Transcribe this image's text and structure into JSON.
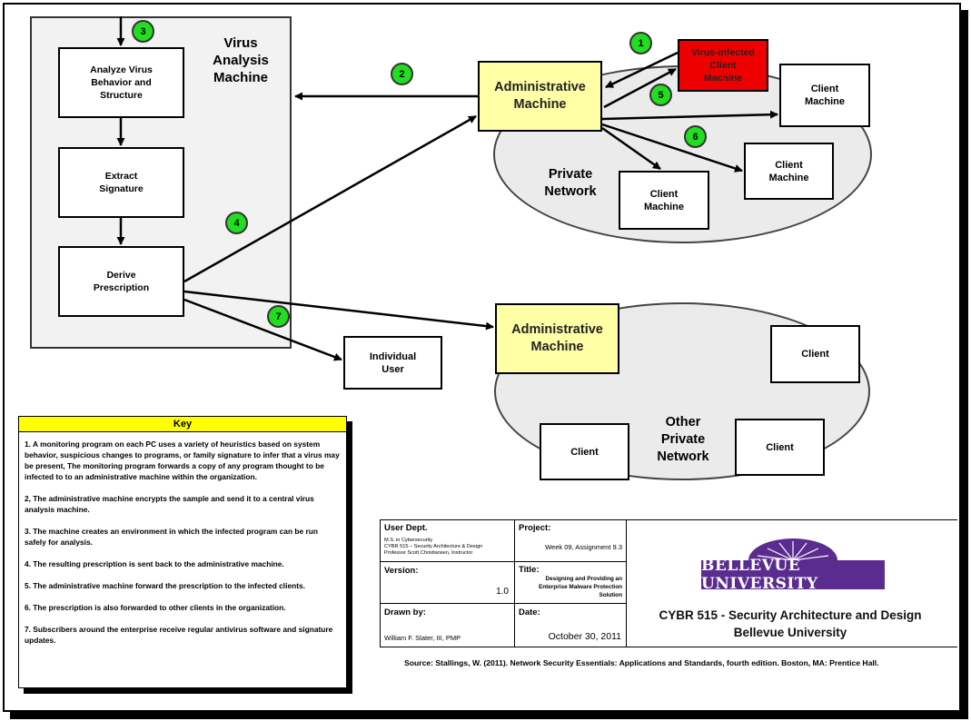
{
  "virus_analysis_machine": {
    "title": "Virus\nAnalysis\nMachine",
    "steps": [
      "Analyze Virus\nBehavior and\nStructure",
      "Extract\nSignature",
      "Derive\nPrescription"
    ]
  },
  "private_network": {
    "label": "Private\nNetwork",
    "admin_label": "Administrative\nMachine",
    "infected_label": "Virus-infected\nClient\nMachine",
    "client_label": "Client\nMachine"
  },
  "other_network": {
    "label": "Other\nPrivate\nNetwork",
    "admin_label": "Administrative\nMachine",
    "client_label": "Client"
  },
  "individual_user": "Individual\nUser",
  "badges": [
    "1",
    "2",
    "3",
    "4",
    "5",
    "6",
    "7"
  ],
  "key": {
    "title": "Key",
    "items": [
      "1. A monitoring program on each PC uses a variety of heuristics based on system behavior, suspicious changes to programs, or family signature to infer that a virus may be present,  The monitoring program forwards a copy of any program thought to be infected to to an administrative machine within the organization.",
      "2,  The administrative machine encrypts the sample and send it to a central virus analysis machine.",
      "3. The machine creates an environment in which the infected program can be run safely for analysis.",
      "4. The resulting prescription is sent back to the administrative machine.",
      "5. The administrative machine forward the prescription to the infected clients.",
      "6. The prescription is also forwarded to other clients in the organization.",
      "7.  Subscribers around the enterprise receive regular antivirus software and signature updates."
    ]
  },
  "title_block": {
    "user_dept_label": "User Dept.",
    "user_dept_lines": [
      "M.S. in Cybersecurity",
      "CYBR 515 – Security Architecture & Design",
      "Professor Scott Christiansen,  Instructor"
    ],
    "project_label": "Project:",
    "project_value": "Week 09, Assignment 9.3",
    "version_label": "Version:",
    "version_value": "1.0",
    "title_label": "Title:",
    "title_value": "Designing and Providing an\nEnterprise Malware Protection\nSolution",
    "drawn_by_label": "Drawn by:",
    "drawn_by_value": "William F. Slater, III, PMP",
    "date_label": "Date:",
    "date_value": "October 30, 2011",
    "logo_text": "BELLEVUE UNIVERSITY",
    "course_line1": "CYBR 515 - Security Architecture and Design",
    "course_line2": "Bellevue University"
  },
  "source": "Source:  Stallings, W. (2011). Network Security Essentials: Applications and Standards, fourth edition. Boston, MA: Prentice Hall.",
  "colors": {
    "admin_fill": "#ffffa6",
    "infected_fill": "#ee0000",
    "badge_fill": "#22dd22",
    "key_header": "#ffff00",
    "logo_purple": "#5b2c8f",
    "network_fill": "#ebebeb",
    "vam_fill": "#f2f2f2"
  }
}
